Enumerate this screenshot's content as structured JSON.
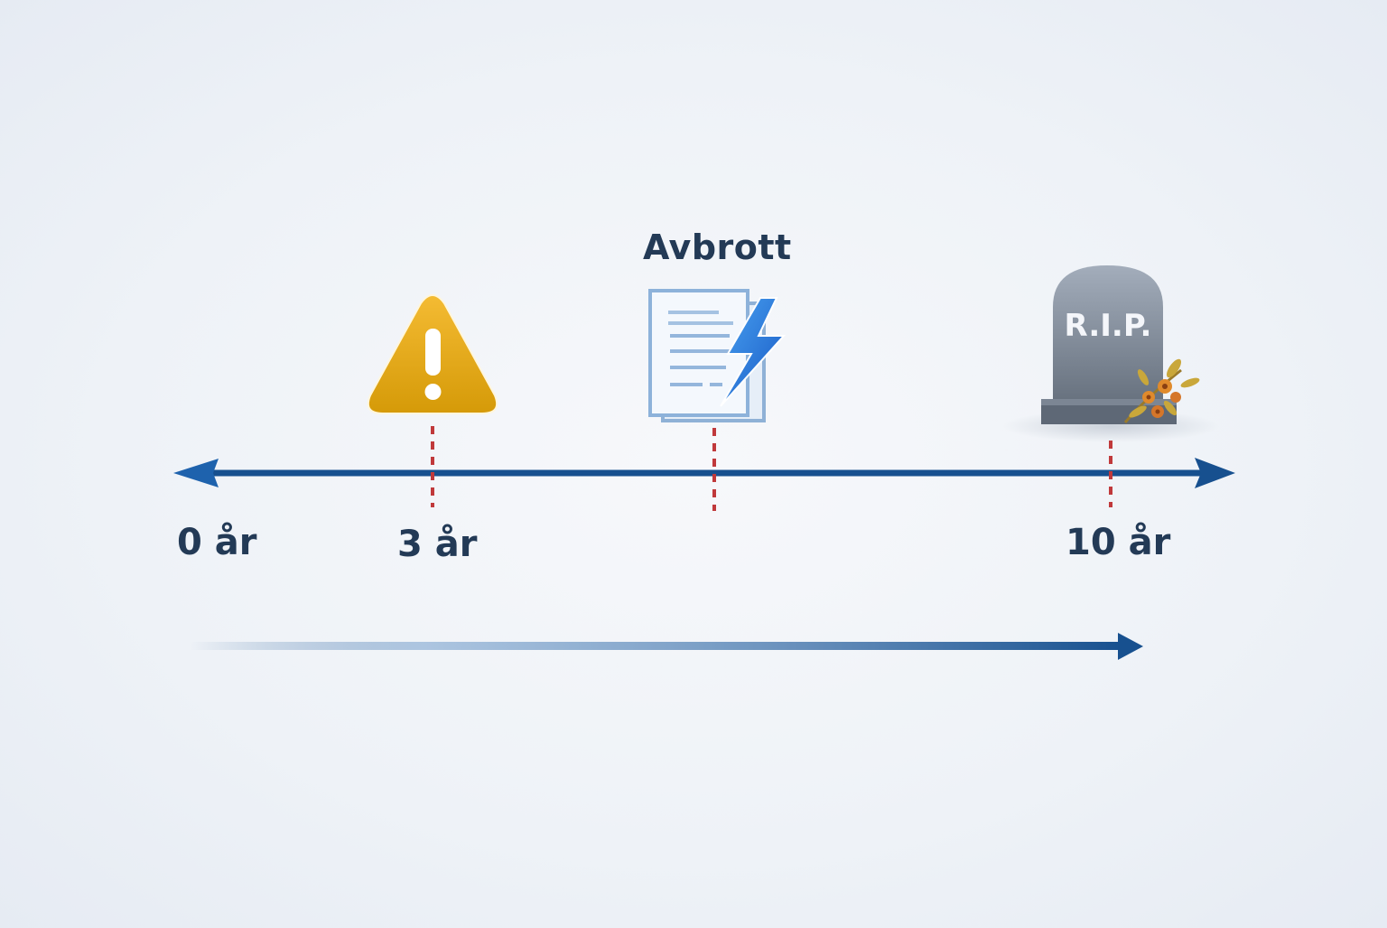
{
  "timeline": {
    "event_title": "Avbrott",
    "ticks": [
      {
        "label": "0 år"
      },
      {
        "label": "3 år"
      },
      {
        "label": "10 år"
      }
    ],
    "tombstone_text": "R.I.P."
  },
  "icons": {
    "warning": "warning-triangle-icon",
    "document": "document-lightning-icon",
    "tombstone": "tombstone-icon"
  },
  "colors": {
    "axis": "#17508f",
    "marker": "#c0393b",
    "warning": "#e3a21a",
    "text": "#233a56",
    "tombstone": "#6f7a8a"
  }
}
